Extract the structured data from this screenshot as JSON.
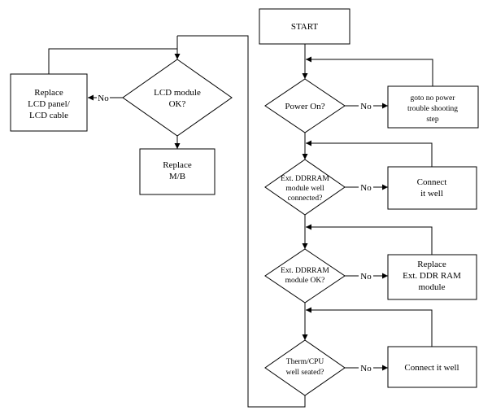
{
  "flowchart": {
    "start": "START",
    "lcd_module_ok": [
      "LCD module",
      "OK?"
    ],
    "replace_lcd": [
      "Replace",
      "LCD panel/",
      "LCD cable"
    ],
    "replace_mb": [
      "Replace",
      "M/B"
    ],
    "power_on": "Power On?",
    "goto_no_power": [
      "goto no power",
      "trouble shooting",
      "step"
    ],
    "ext_ddr_connected": [
      "Ext. DDRRAM",
      "module well",
      "connected?"
    ],
    "connect_it_well_1": [
      "Connect",
      "it well"
    ],
    "ext_ddr_ok": [
      "Ext. DDRRAM",
      "module OK?"
    ],
    "replace_ext_ddr": [
      "Replace",
      "Ext. DDR RAM",
      "module"
    ],
    "therm_cpu": [
      "Therm/CPU",
      "well seated?"
    ],
    "connect_it_well_2": "Connect it well",
    "no_label": "No"
  }
}
